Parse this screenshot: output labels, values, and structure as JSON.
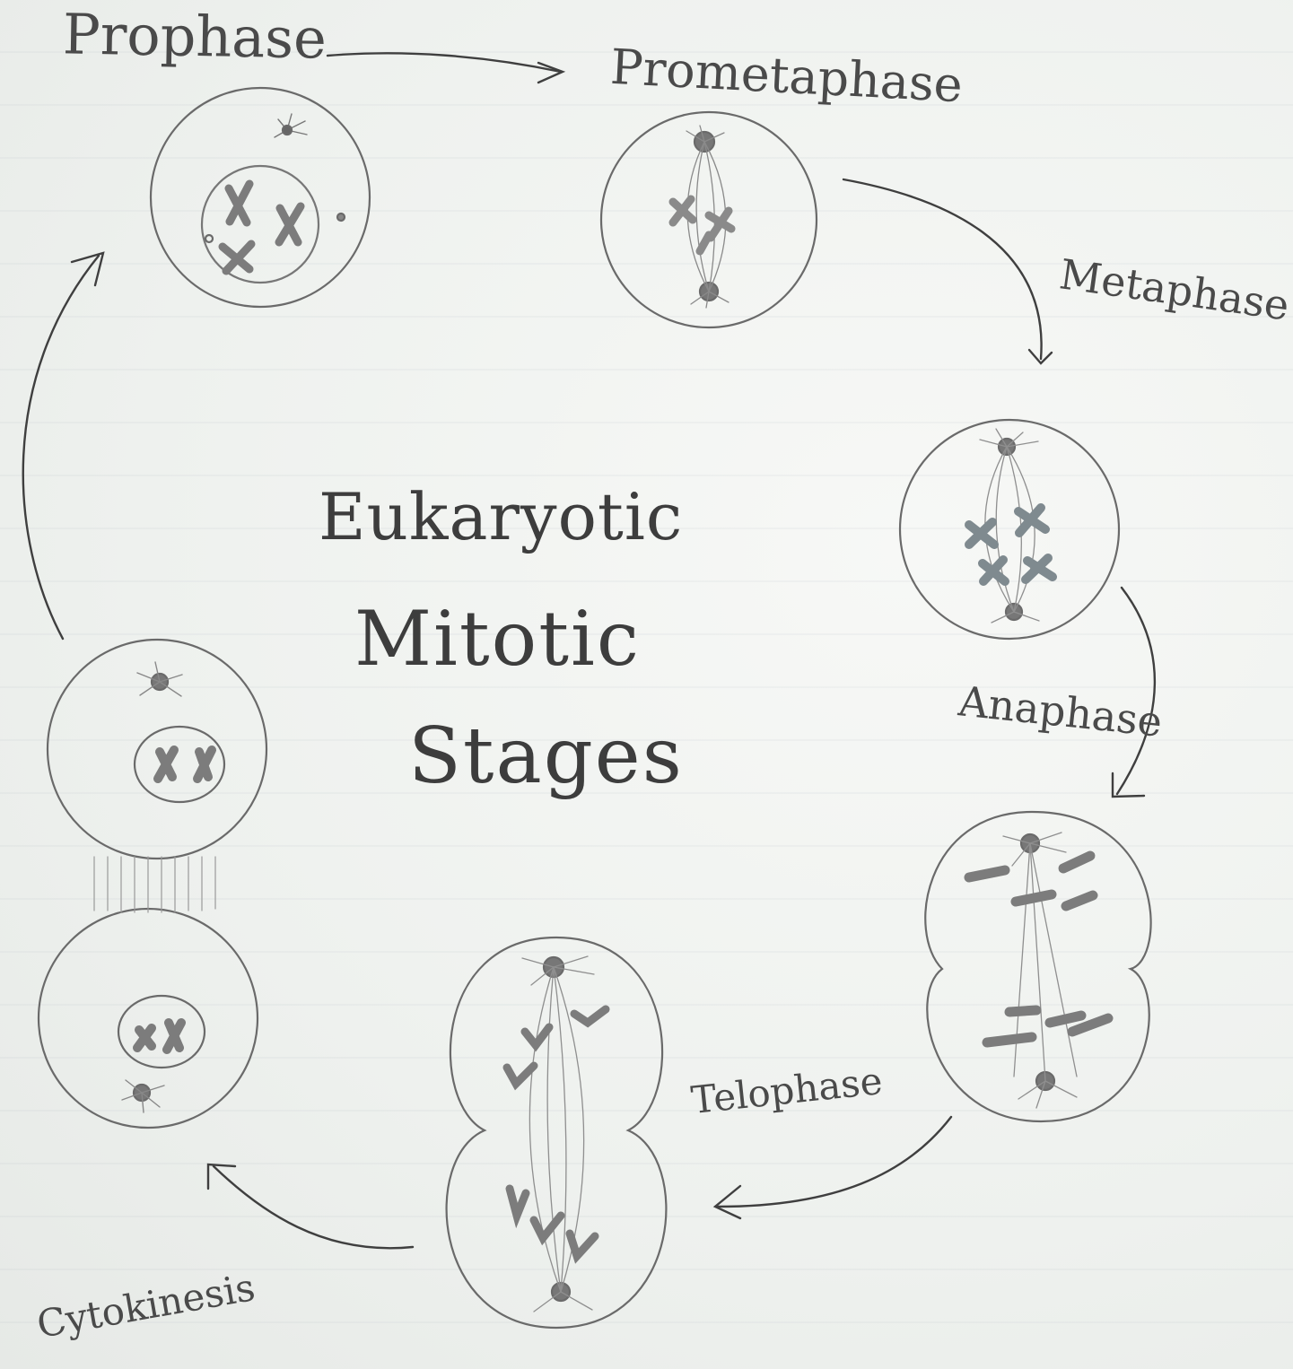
{
  "title": {
    "line1": "Eukaryotic",
    "line2": "Mitotic",
    "line3": "Stages"
  },
  "stages": [
    {
      "id": "prophase",
      "label": "Prophase"
    },
    {
      "id": "prometaphase",
      "label": "Prometaphase"
    },
    {
      "id": "metaphase",
      "label": "Metaphase"
    },
    {
      "id": "anaphase",
      "label": "Anaphase"
    },
    {
      "id": "telophase",
      "label": "Telophase"
    },
    {
      "id": "cytokinesis",
      "label": "Cytokinesis"
    }
  ],
  "colors": {
    "pencil": "#5a5a5a",
    "chromosome": "#7c7c7c",
    "banner": "#2f6b5c"
  }
}
